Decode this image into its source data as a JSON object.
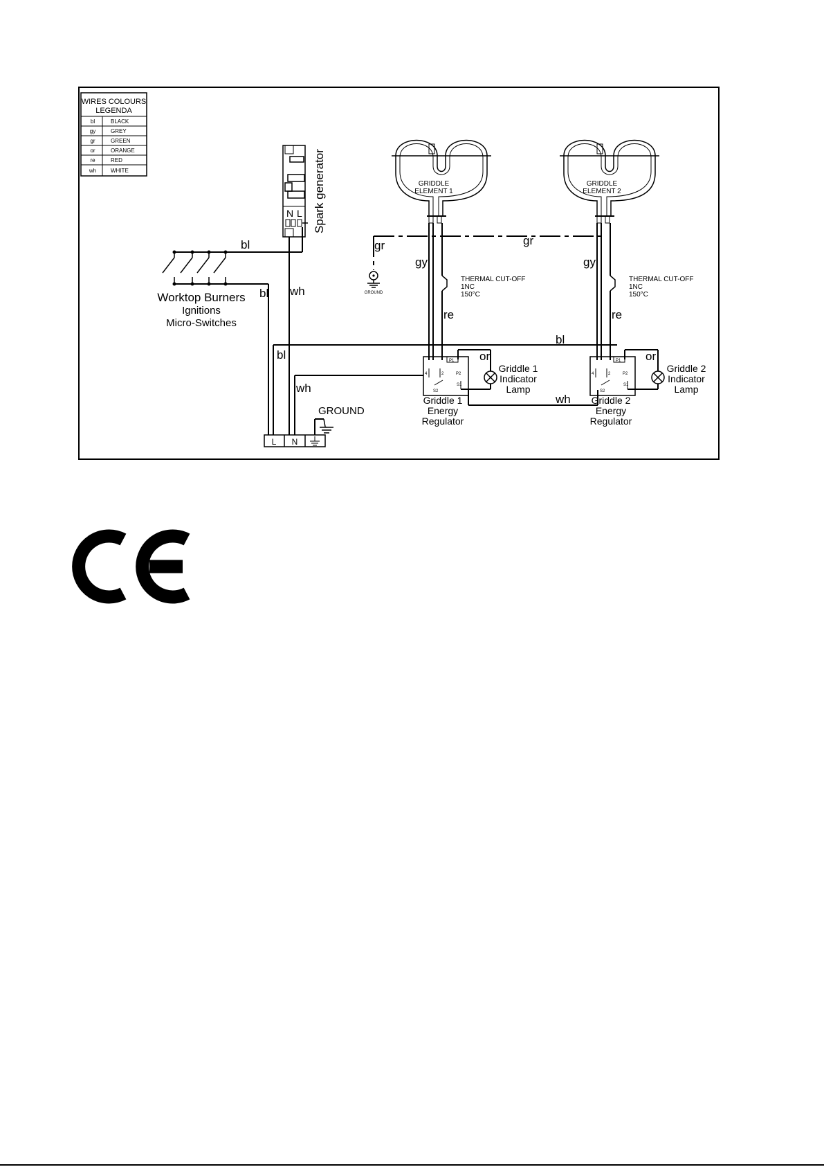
{
  "legend": {
    "title_line1": "WIRES COLOURS",
    "title_line2": "LEGENDA",
    "rows": [
      {
        "code": "bl",
        "name": "BLACK"
      },
      {
        "code": "gy",
        "name": "GREY"
      },
      {
        "code": "gr",
        "name": "GREEN"
      },
      {
        "code": "or",
        "name": "ORANGE"
      },
      {
        "code": "re",
        "name": "RED"
      },
      {
        "code": "wh",
        "name": "WHITE"
      }
    ]
  },
  "spark": {
    "label": "Spark generator",
    "n": "N",
    "l": "L"
  },
  "burners": {
    "line1": "Worktop Burners",
    "line2": "Ignitions",
    "line3": "Micro-Switches"
  },
  "elements": [
    {
      "line1": "GRIDDLE",
      "line2": "ELEMENT 1"
    },
    {
      "line1": "GRIDDLE",
      "line2": "ELEMENT 2"
    }
  ],
  "thermal": {
    "line1": "THERMAL CUT-OFF",
    "line2": "1NC",
    "line3": "150°C"
  },
  "regulators": [
    {
      "line1": "Griddle 1",
      "line2": "Energy",
      "line3": "Regulator"
    },
    {
      "line1": "Griddle 2",
      "line2": "Energy",
      "line3": "Regulator"
    }
  ],
  "lamps": [
    {
      "line1": "Griddle 1",
      "line2": "Indicator",
      "line3": "Lamp"
    },
    {
      "line1": "Griddle 2",
      "line2": "Indicator",
      "line3": "Lamp"
    }
  ],
  "reg_pins": {
    "p1": "P1",
    "p2": "P2",
    "s1": "S1",
    "s2": "S2",
    "four": "4",
    "two": "2"
  },
  "ground": {
    "main": "GROUND",
    "small": "GROUND"
  },
  "terminal": {
    "l": "L",
    "n": "N"
  },
  "wires": {
    "bl": "bl",
    "wh": "wh",
    "gr": "gr",
    "gy": "gy",
    "re": "re",
    "or": "or"
  },
  "colors": {
    "ink": "#000000",
    "paper": "#ffffff"
  }
}
